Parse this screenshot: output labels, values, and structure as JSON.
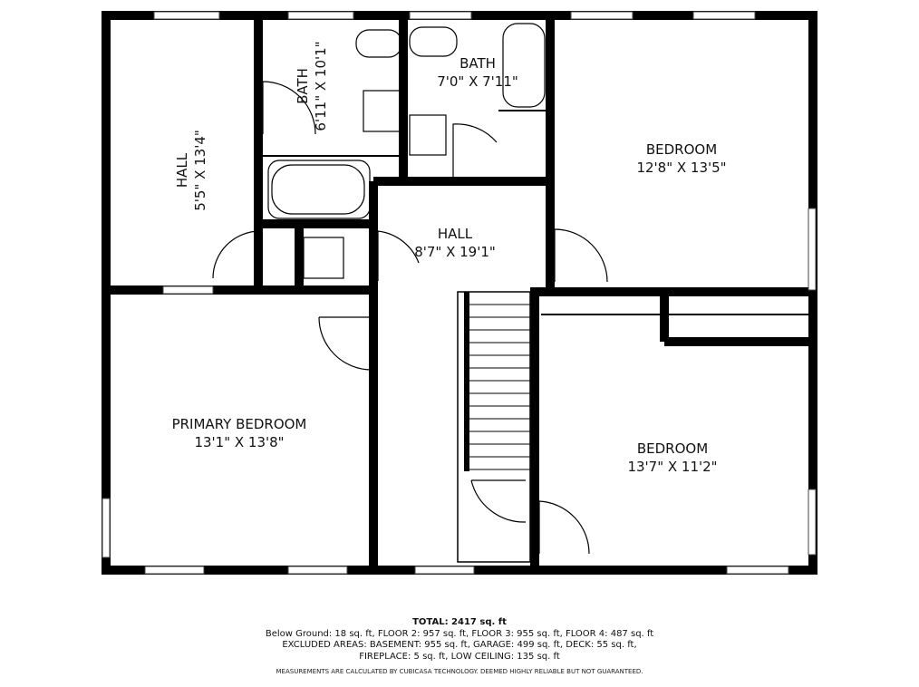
{
  "rooms": [
    {
      "name": "HALL",
      "size": "5'5\" X 13'4\""
    },
    {
      "name": "BATH",
      "size": "6'11\" X 10'1\""
    },
    {
      "name": "BATH",
      "size": "7'0\" X 7'11\""
    },
    {
      "name": "BEDROOM",
      "size": "12'8\" X 13'5\""
    },
    {
      "name": "HALL",
      "size": "8'7\" X 19'1\""
    },
    {
      "name": "PRIMARY BEDROOM",
      "size": "13'1\" X 13'8\""
    },
    {
      "name": "BEDROOM",
      "size": "13'7\" X 11'2\""
    }
  ],
  "footer": {
    "total": "TOTAL: 2417 sq. ft",
    "line1": "Below Ground: 18 sq. ft, FLOOR 2: 957 sq. ft, FLOOR 3: 955 sq. ft, FLOOR 4: 487 sq. ft",
    "line2": "EXCLUDED AREAS: BASEMENT: 955 sq. ft, GARAGE: 499 sq. ft, DECK: 55 sq. ft,",
    "line3": "FIREPLACE: 5 sq. ft, LOW CEILING: 135 sq. ft",
    "disclaimer": "MEASUREMENTS ARE CALCULATED BY CUBICASA TECHNOLOGY. DEEMED HIGHLY RELIABLE BUT NOT GUARANTEED."
  }
}
